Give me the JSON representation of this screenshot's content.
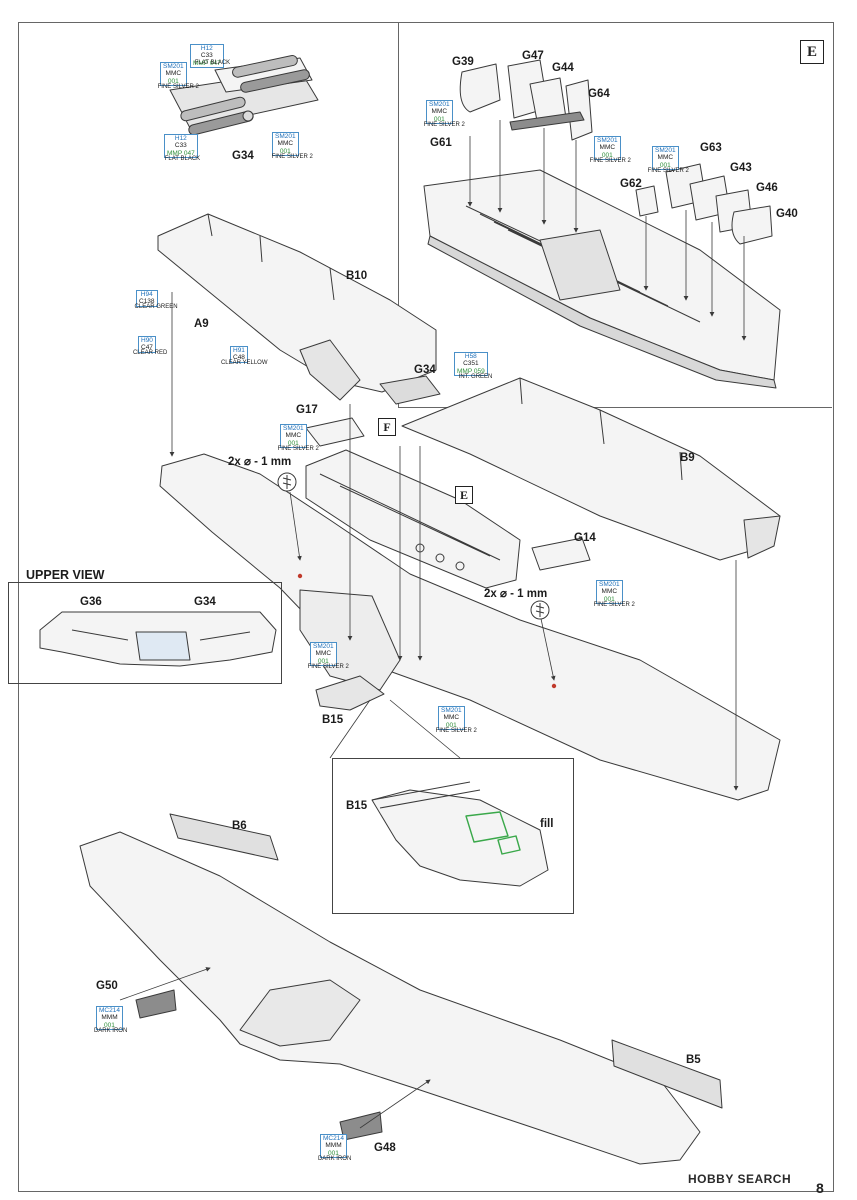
{
  "sheet": {
    "section_badge": "E",
    "inset_badges": [
      "F",
      "E"
    ],
    "upper_view_title": "UPPER VIEW",
    "drill_notes": [
      "2x ⌀ - 1 mm",
      "2x ⌀ - 1 mm"
    ],
    "fill_note": "fill",
    "watermark": "HOBBY SEARCH",
    "page_number": "8"
  },
  "parts": {
    "G39": "G39",
    "G47": "G47",
    "G44": "G44",
    "G64": "G64",
    "G61": "G61",
    "G63": "G63",
    "G43": "G43",
    "G62": "G62",
    "G46": "G46",
    "G40": "G40",
    "G34a": "G34",
    "B10": "B10",
    "A9": "A9",
    "G34b": "G34",
    "G17": "G17",
    "B9": "B9",
    "G14": "G14",
    "G36": "G36",
    "G34c": "G34",
    "B15a": "B15",
    "B15b": "B15",
    "B6": "B6",
    "G50": "G50",
    "B5": "B5",
    "G48": "G48"
  },
  "callouts": {
    "gun_top": {
      "codes": [
        "H12",
        "C33",
        "MMP 047"
      ],
      "name": "FLAT BLACK"
    },
    "gun_left": {
      "codes": [
        "SM201",
        "MMC",
        "001"
      ],
      "name": "FINE SILVER 2"
    },
    "gun_bottom": {
      "codes": [
        "H12",
        "C33",
        "MMP 047"
      ],
      "name": "FLAT BLACK"
    },
    "gun_right": {
      "codes": [
        "SM201",
        "MMC",
        "001"
      ],
      "name": "FINE SILVER 2"
    },
    "cockpit_left": {
      "codes": [
        "SM201",
        "MMC",
        "001"
      ],
      "name": "FINE SILVER 2"
    },
    "cockpit_mid": {
      "codes": [
        "SM201",
        "MMC",
        "001"
      ],
      "name": "FINE SILVER 2"
    },
    "cockpit_right": {
      "codes": [
        "SM201",
        "MMC",
        "001"
      ],
      "name": "FINE SILVER 2"
    },
    "light_green": {
      "codes": [
        "H94",
        "C138"
      ],
      "name": "CLEAR GREEN"
    },
    "light_red": {
      "codes": [
        "H90",
        "C47"
      ],
      "name": "CLEAR RED"
    },
    "light_yellow": {
      "codes": [
        "H91",
        "C48"
      ],
      "name": "CLEAR YELLOW"
    },
    "int_green": {
      "codes": [
        "H58",
        "C351",
        "MMP 059"
      ],
      "name": "INT. GREEN"
    },
    "g17_silver": {
      "codes": [
        "SM201",
        "MMC",
        "001"
      ],
      "name": "FINE SILVER 2"
    },
    "g14_silver": {
      "codes": [
        "SM201",
        "MMC",
        "001"
      ],
      "name": "FINE SILVER 2"
    },
    "b15_silver_left": {
      "codes": [
        "SM201",
        "MMC",
        "001"
      ],
      "name": "FINE SILVER 2"
    },
    "b15_silver_bottom": {
      "codes": [
        "SM201",
        "MMC",
        "001"
      ],
      "name": "FINE SILVER 2"
    },
    "g50_iron": {
      "codes": [
        "MC214",
        "MMM",
        "001"
      ],
      "name": "DARK IRON"
    },
    "g48_iron": {
      "codes": [
        "MC214",
        "MMM",
        "001"
      ],
      "name": "DARK IRON"
    }
  },
  "colors": {
    "line": "#3a3a3a",
    "panel": "#f4f4f4",
    "shade": "#cfcfcf",
    "code_border": "#4a90c8",
    "code_blue": "#1f6fb8",
    "code_green": "#2f8f3a",
    "fill_outline": "#3aa84a",
    "marker_red": "#c0392b"
  },
  "icons": {
    "drill": "drill-bit-icon",
    "marker": "red-dot-marker-icon"
  }
}
